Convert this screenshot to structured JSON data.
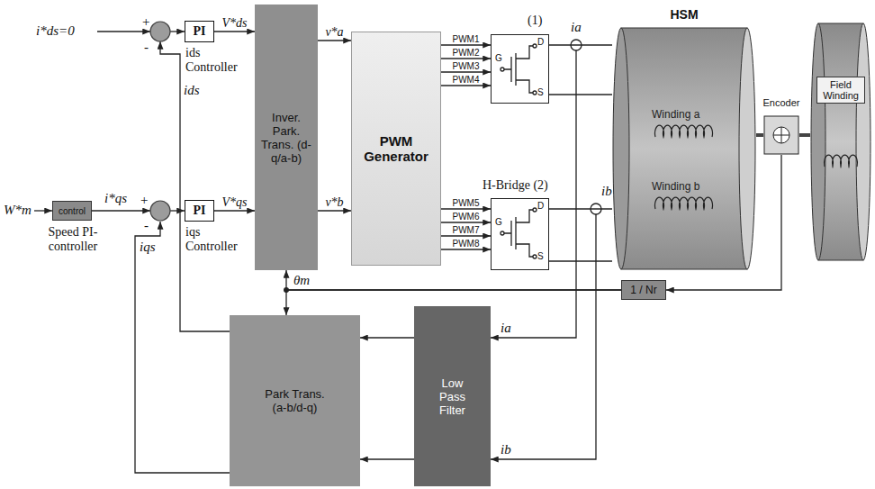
{
  "diagram": {
    "nodes": [
      {
        "text": [
          "control",
          "Speed PI- controller"
        ]
      },
      {
        "text": [
          "PI",
          "ids Controller"
        ]
      },
      {
        "text": [
          "PI",
          "iqs Controller"
        ]
      },
      {
        "text": [
          "Inver. Park. Trans. (d-q/a-b)"
        ]
      },
      {
        "text": [
          "PWM Generator"
        ]
      },
      {
        "text": [
          "(1)",
          "D",
          "G",
          "S"
        ]
      },
      {
        "text": [
          "H-Bridge (2)",
          "D",
          "G",
          "S"
        ]
      },
      {
        "text": [
          "HSM",
          "Winding a",
          "Winding b"
        ]
      },
      {
        "text": [
          "Encoder"
        ]
      },
      {
        "text": [
          "Field Winding"
        ]
      },
      {
        "text": [
          "1 / Nr"
        ]
      },
      {
        "text": [
          "Park Trans. (a-b/d-q)"
        ]
      },
      {
        "text": [
          "Low Pass Filter"
        ]
      }
    ],
    "edges": [
      {
        "from": 1,
        "to": 3,
        "arrow": "to",
        "label": "V*ds"
      },
      {
        "from": 2,
        "to": 3,
        "arrow": "to",
        "label": "V*qs"
      },
      {
        "from": 3,
        "to": 4,
        "arrow": "to",
        "label": "v*a"
      },
      {
        "from": 3,
        "to": 4,
        "arrow": "to",
        "label": "v*b"
      },
      {
        "from": 4,
        "to": 5,
        "arrow": "to",
        "label": "PWM1"
      },
      {
        "from": 4,
        "to": 5,
        "arrow": "to",
        "label": "PWM2"
      },
      {
        "from": 4,
        "to": 5,
        "arrow": "to",
        "label": "PWM3"
      },
      {
        "from": 4,
        "to": 5,
        "arrow": "to",
        "label": "PWM4"
      },
      {
        "from": 4,
        "to": 6,
        "arrow": "to",
        "label": "PWM5"
      },
      {
        "from": 4,
        "to": 6,
        "arrow": "to",
        "label": "PWM6"
      },
      {
        "from": 4,
        "to": 6,
        "arrow": "to",
        "label": "PWM7"
      },
      {
        "from": 4,
        "to": 6,
        "arrow": "to",
        "label": "PWM8"
      },
      {
        "from": 5,
        "to": 7,
        "arrow": "none"
      },
      {
        "from": 5,
        "to": 7,
        "arrow": "none"
      },
      {
        "from": 6,
        "to": 7,
        "arrow": "none"
      },
      {
        "from": 6,
        "to": 7,
        "arrow": "none"
      },
      {
        "from": 7,
        "to": 8,
        "arrow": "none"
      },
      {
        "from": 8,
        "to": 9,
        "arrow": "none"
      },
      {
        "from": 8,
        "to": 10,
        "arrow": "to"
      },
      {
        "from": 10,
        "to": 3,
        "arrow": "to"
      },
      {
        "from": 10,
        "to": 11,
        "arrow": "to"
      },
      {
        "from": 12,
        "to": 11,
        "arrow": "to"
      },
      {
        "from": 12,
        "to": 11,
        "arrow": "to"
      }
    ],
    "labels": [
      "i*ds=0",
      "+",
      "-",
      "ids",
      "W*m",
      "+",
      "-",
      "i*qs",
      "iqs",
      "ia",
      "ib",
      "θm",
      "ia",
      "ib"
    ]
  }
}
